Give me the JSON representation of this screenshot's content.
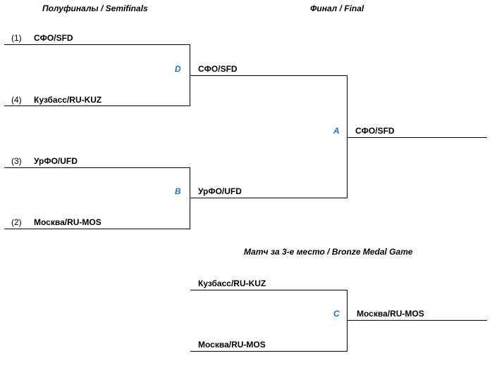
{
  "headers": {
    "semifinals": "Полуфиналы / Semifinals",
    "final": "Финал / Final",
    "bronze": "Матч за 3-е место / Bronze Medal Game"
  },
  "semifinals": [
    {
      "code": "D",
      "top": {
        "seed": "(1)",
        "team": "СФО/SFD"
      },
      "bottom": {
        "seed": "(4)",
        "team": "Кузбасс/RU-KUZ"
      },
      "winner": "СФО/SFD"
    },
    {
      "code": "B",
      "top": {
        "seed": "(3)",
        "team": "УрФО/UFD"
      },
      "bottom": {
        "seed": "(2)",
        "team": "Москва/RU-MOS"
      },
      "winner": "УрФО/UFD"
    }
  ],
  "final": {
    "code": "A",
    "winner": "СФО/SFD"
  },
  "bronze_game": {
    "code": "C",
    "top": "Кузбасс/RU-KUZ",
    "bottom": "Москва/RU-MOS",
    "winner": "Москва/RU-MOS"
  },
  "colors": {
    "code_label": "#1a75c4",
    "lines": "#000000"
  }
}
